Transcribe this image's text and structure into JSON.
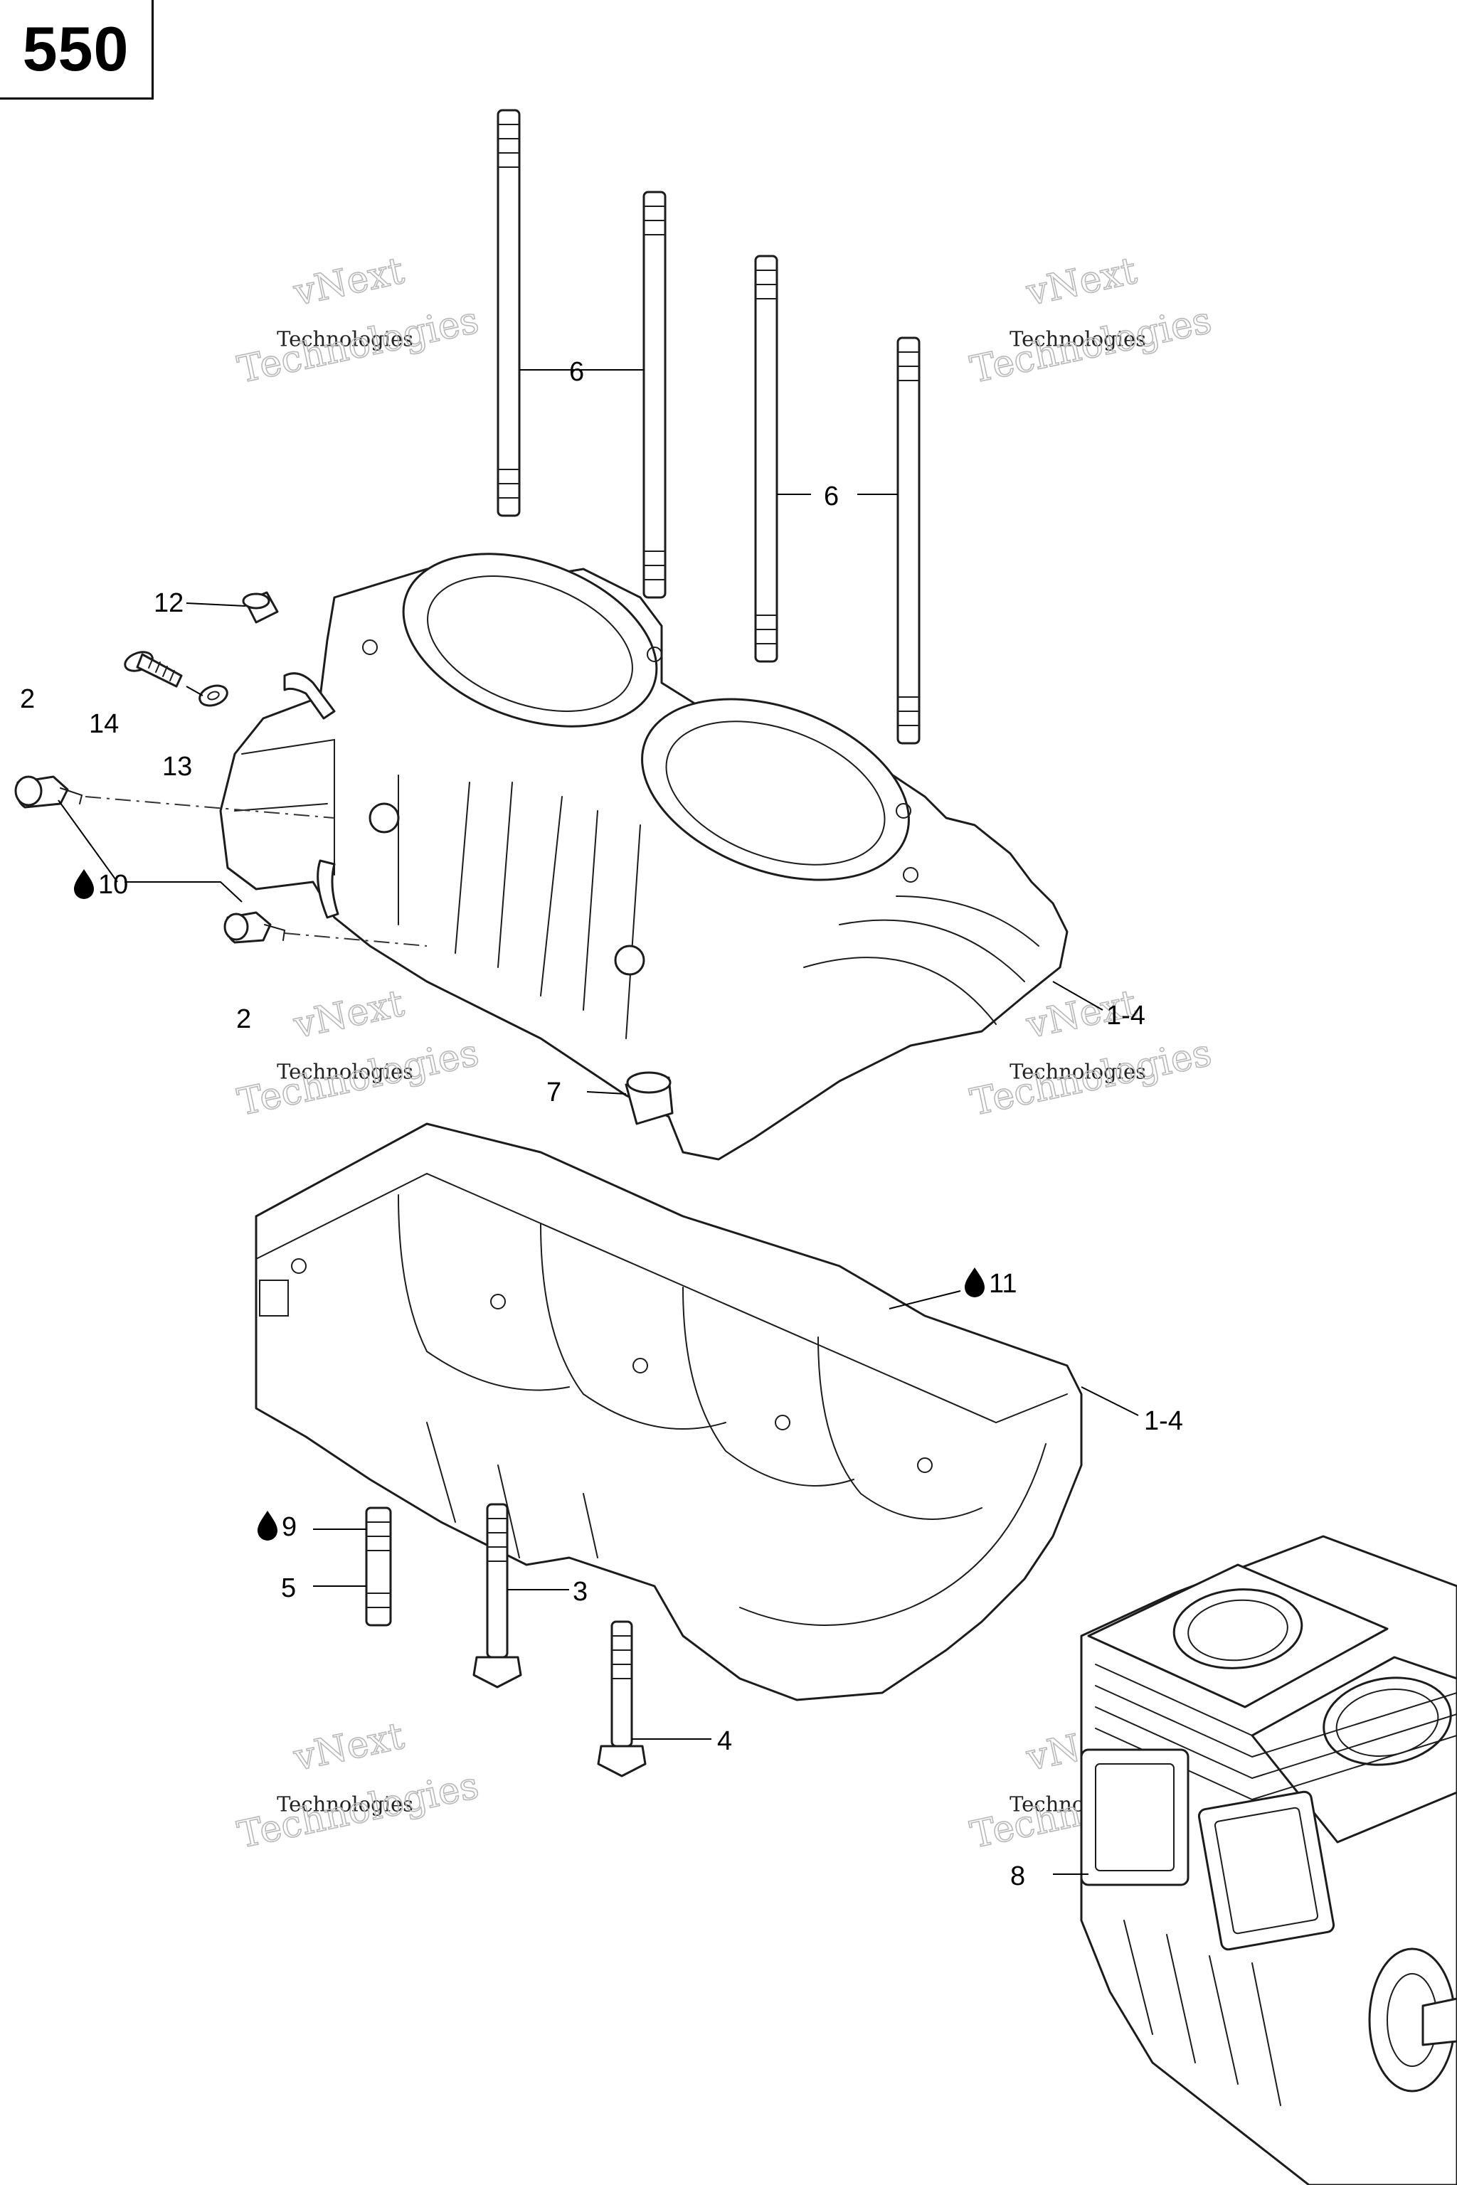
{
  "page_number": "550",
  "watermark": {
    "line1": "vNext",
    "line2": "Technologies"
  },
  "callouts": {
    "c1": "1-4",
    "c2": "1-4",
    "c3": "2",
    "c4": "2",
    "c5": "3",
    "c6": "4",
    "c7": "5",
    "c8": "6",
    "c9": "6",
    "c10": "7",
    "c11": "8",
    "c12": "9",
    "c13": "10",
    "c14": "11",
    "c15": "12",
    "c16": "13",
    "c17": "14"
  },
  "icons": {
    "lubricant": "oil-drop-icon"
  }
}
